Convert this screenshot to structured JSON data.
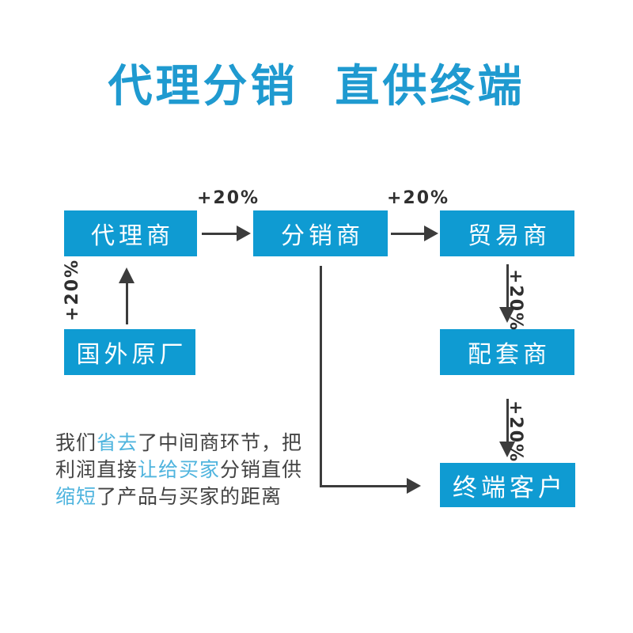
{
  "page": {
    "title": "代理分销  直供终端",
    "background_color": "#ffffff",
    "brand_blue": "#0f9bd2",
    "title_blue": "#1f9ad0",
    "highlight_blue": "#4fb4de",
    "arrow_color": "#3c3c3c"
  },
  "flow": {
    "nodes": [
      {
        "id": "agent",
        "label": "代理商"
      },
      {
        "id": "dist",
        "label": "分销商"
      },
      {
        "id": "trade",
        "label": "贸易商"
      },
      {
        "id": "origin",
        "label": "国外原厂"
      },
      {
        "id": "support",
        "label": "配套商"
      },
      {
        "id": "customer",
        "label": "终端客户"
      }
    ],
    "markups": [
      {
        "id": "agent-to-dist",
        "label": "+20%",
        "orientation": "horizontal"
      },
      {
        "id": "dist-to-trade",
        "label": "+20%",
        "orientation": "horizontal"
      },
      {
        "id": "origin-to-agent",
        "label": "+20%",
        "orientation": "vertical-up"
      },
      {
        "id": "trade-to-support",
        "label": "+20%",
        "orientation": "vertical-down"
      },
      {
        "id": "support-to-customer",
        "label": "+20%",
        "orientation": "vertical-down"
      }
    ]
  },
  "blurb": {
    "line1_a": "我们",
    "line1_hl": "省去",
    "line1_b": "了中间商环节，",
    "line2_a": "把利润直接",
    "line2_hl": "让给买家",
    "line2_b": "分销",
    "line3_a": "直供",
    "line3_hl": "缩短",
    "line3_b": "了产品与买家的",
    "line4": "距离"
  }
}
